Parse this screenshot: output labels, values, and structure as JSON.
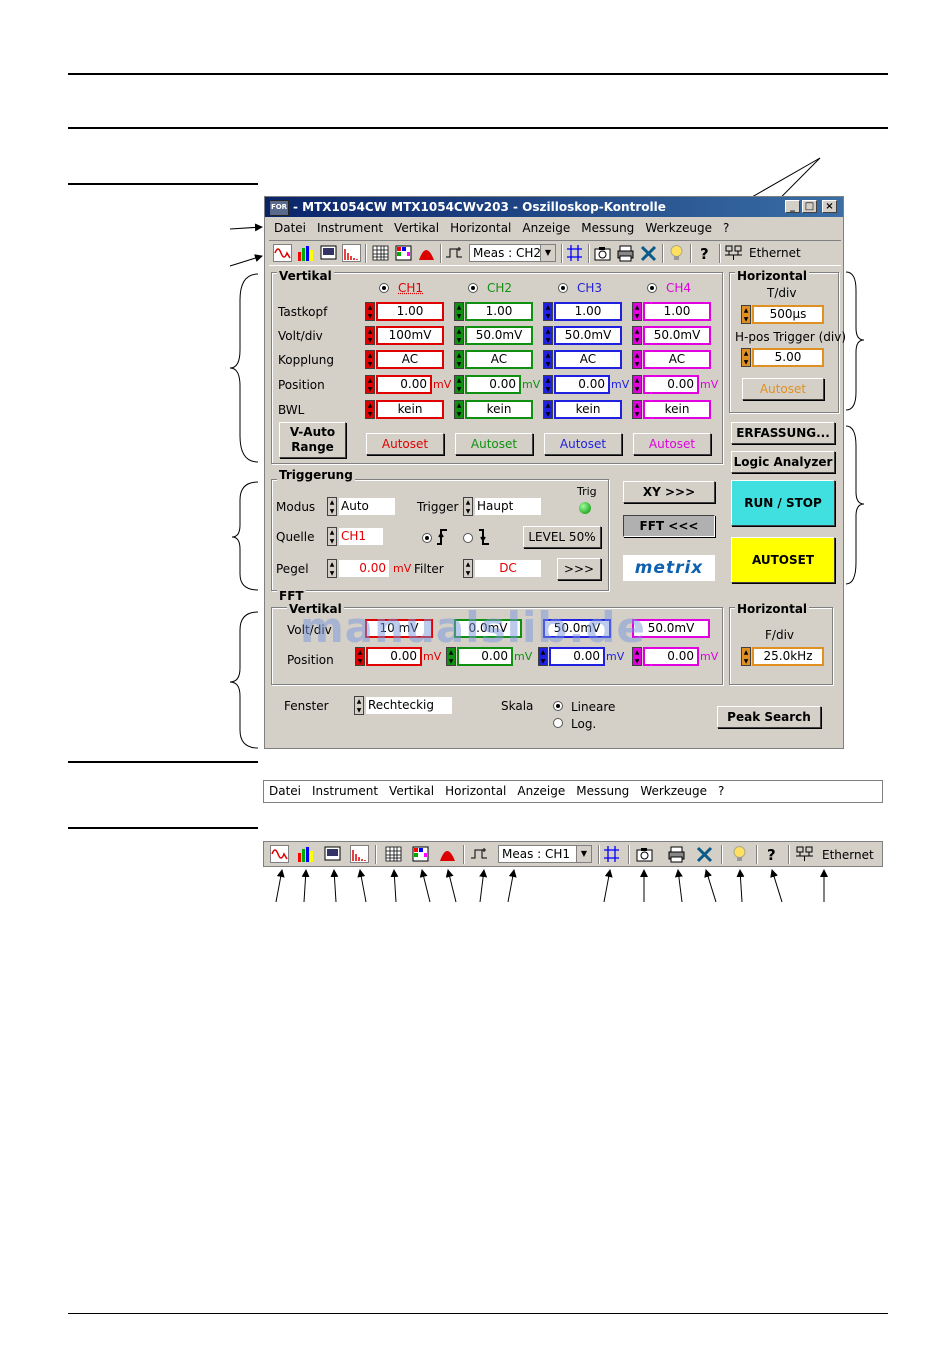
{
  "window": {
    "title": "- MTX1054CW MTX1054CWv203 - Oszilloskop-Kontrolle",
    "app_icon_text": "FOR",
    "btn_minimize": "_",
    "btn_maximize": "□",
    "btn_close": "×"
  },
  "menu": [
    "Datei",
    "Instrument",
    "Vertikal",
    "Horizontal",
    "Anzeige",
    "Messung",
    "Werkzeuge",
    "?"
  ],
  "toolbar": {
    "meas_top": "Meas : CH2",
    "meas_bottom": "Meas : CH1",
    "ethernet": "Ethernet",
    "icons": [
      "waveform-icon",
      "color-bars-icon",
      "screen-icon",
      "spectrum-icon",
      "grid-icon",
      "grid-color-icon",
      "envelope-icon",
      "pulse-icon",
      "measure-combo",
      "cursor-icon",
      "camera-icon",
      "printer-icon",
      "tools-icon",
      "bulb-icon",
      "help-icon",
      "network-icon"
    ]
  },
  "vertikal": {
    "title": "Vertikal",
    "rows": [
      "Tastkopf",
      "Volt/div",
      "Kopplung",
      "Position",
      "BWL"
    ],
    "channels": [
      {
        "name": "CH1",
        "color": "#e00000",
        "tastkopf": "1.00",
        "voltdiv": "100mV",
        "kopplung": "AC",
        "position": "0.00",
        "bwl": "kein",
        "autoset": "Autoset"
      },
      {
        "name": "CH2",
        "color": "#109010",
        "tastkopf": "1.00",
        "voltdiv": "50.0mV",
        "kopplung": "AC",
        "position": "0.00",
        "bwl": "kein",
        "autoset": "Autoset"
      },
      {
        "name": "CH3",
        "color": "#2020e0",
        "tastkopf": "1.00",
        "voltdiv": "50.0mV",
        "kopplung": "AC",
        "position": "0.00",
        "bwl": "kein",
        "autoset": "Autoset"
      },
      {
        "name": "CH4",
        "color": "#e000e0",
        "tastkopf": "1.00",
        "voltdiv": "50.0mV",
        "kopplung": "AC",
        "position": "0.00",
        "bwl": "kein",
        "autoset": "Autoset"
      }
    ],
    "unit": "mV",
    "vauto_line1": "V-Auto",
    "vauto_line2": "Range"
  },
  "horizontal": {
    "title": "Horizontal",
    "tdiv_label": "T/div",
    "tdiv_value": "500µs",
    "hpos_label": "H-pos Trigger (div)",
    "hpos_value": "5.00",
    "autoset": "Autoset"
  },
  "side_buttons": {
    "erfassung": "ERFASSUNG...",
    "logic": "Logic Analyzer",
    "runstop": "RUN / STOP",
    "autoset": "AUTOSET",
    "xy": "XY >>>",
    "fft": "FFT <<<",
    "logo": "metrix",
    "runstop_color": "#40e0e0",
    "autoset_color": "#ffff00"
  },
  "trigger": {
    "title": "Triggerung",
    "modus_label": "Modus",
    "modus_value": "Auto",
    "trigger_label": "Trigger",
    "trigger_value": "Haupt",
    "trig_label": "Trig",
    "quelle_label": "Quelle",
    "quelle_value": "CH1",
    "level50": "LEVEL 50%",
    "pegel_label": "Pegel",
    "pegel_value": "0.00",
    "pegel_unit": "mV",
    "filter_label": "Filter",
    "filter_value": "DC",
    "more": ">>>"
  },
  "fft": {
    "title": "FFT",
    "vertikal_title": "Vertikal",
    "voltdiv_label": "Volt/div",
    "position_label": "Position",
    "voltdiv_values": [
      "10 mV",
      "0.0mV",
      "50.0mV",
      "50.0mV"
    ],
    "position_values": [
      "0.00",
      "0.00",
      "0.00",
      "0.00"
    ],
    "unit": "mV",
    "horizontal_title": "Horizontal",
    "fdiv_label": "F/div",
    "fdiv_value": "25.0kHz",
    "fenster_label": "Fenster",
    "fenster_value": "Rechteckig",
    "skala_label": "Skala",
    "skala_lin": "Lineare",
    "skala_log": "Log.",
    "peak": "Peak Search"
  },
  "watermark": "manualslib.de"
}
